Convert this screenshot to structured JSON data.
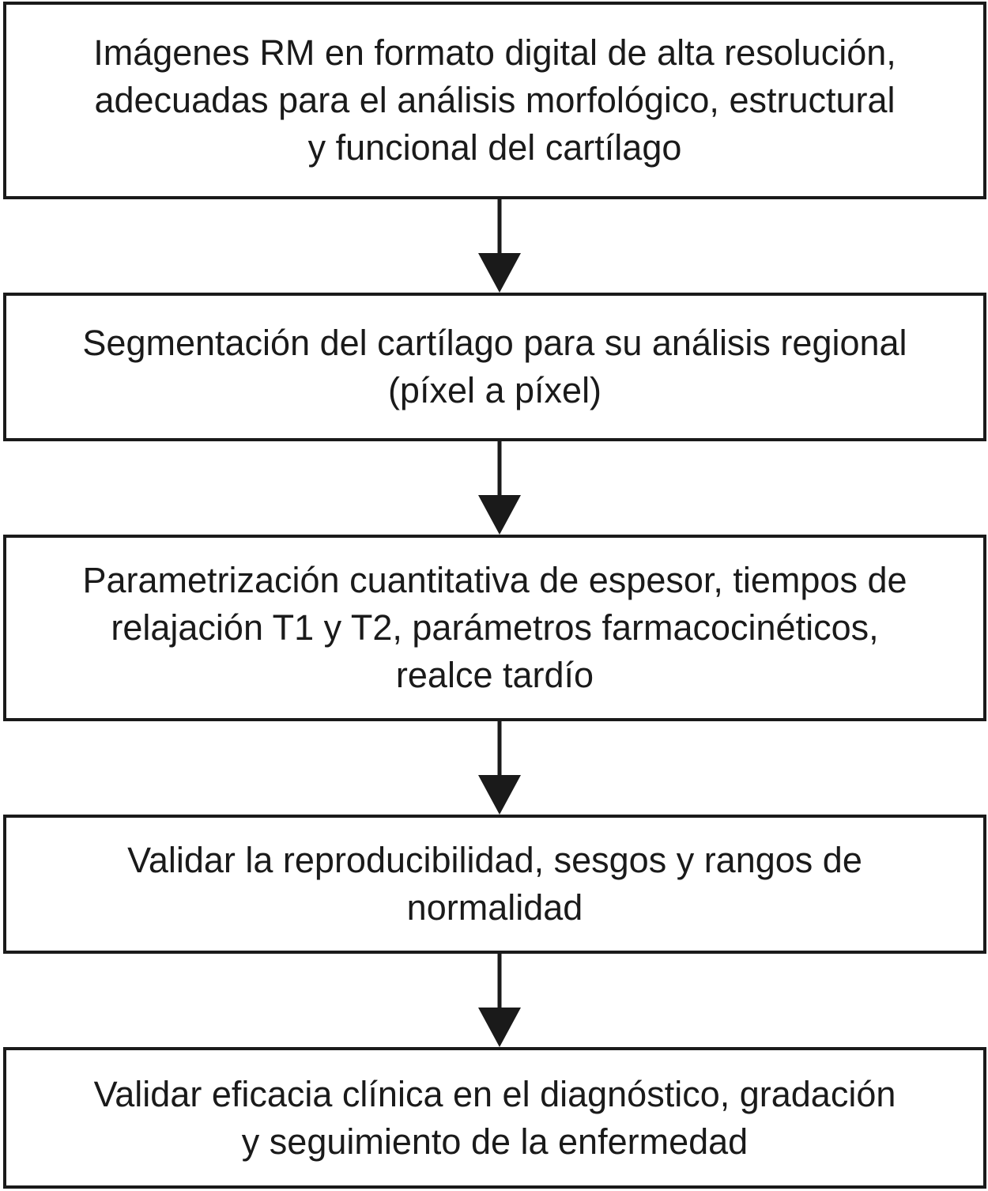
{
  "flowchart": {
    "steps": [
      {
        "lines": [
          "Imágenes RM en formato digital de alta resolución,",
          "adecuadas para el análisis morfológico, estructural",
          "y funcional del cartílago"
        ]
      },
      {
        "lines": [
          "Segmentación del cartílago para su análisis regional",
          "(píxel a píxel)"
        ]
      },
      {
        "lines": [
          "Parametrización cuantitativa de espesor, tiempos de",
          "relajación T1 y T2, parámetros farmacocinéticos,",
          "realce tardío"
        ]
      },
      {
        "lines": [
          "Validar la reproducibilidad, sesgos y rangos de",
          "normalidad"
        ]
      },
      {
        "lines": [
          "Validar eficacia clínica en el diagnóstico, gradación",
          "y seguimiento de la enfermedad"
        ]
      }
    ],
    "colors": {
      "stroke": "#1a1a1a",
      "background": "#ffffff"
    }
  }
}
